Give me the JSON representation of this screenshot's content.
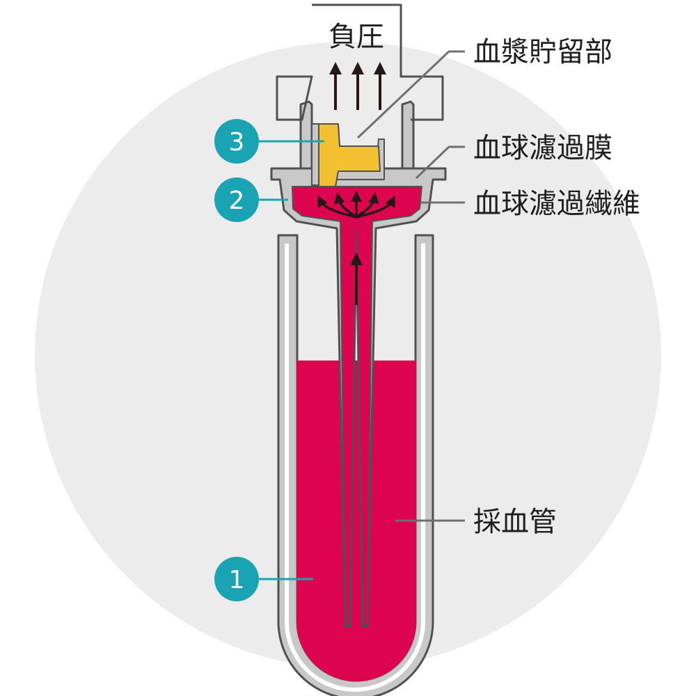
{
  "colors": {
    "background_circle": "#ececec",
    "blood": "#dd0550",
    "plasma": "#f2c030",
    "device_gray": "#c8c8c8",
    "outline": "#505050",
    "badge": "#1aa3b3",
    "leader": "#6f6f6f",
    "arrow": "#231815"
  },
  "labels": {
    "negative_pressure": "負圧",
    "plasma_reservoir": "血漿貯留部",
    "blood_cell_filter_membrane": "血球濾過膜",
    "blood_cell_filter_fiber": "血球濾過繊維",
    "blood_collection_tube": "採血管"
  },
  "badges": {
    "one": "1",
    "two": "2",
    "three": "3"
  },
  "icons": {
    "upward_arrows": "arrow-up-icon",
    "fan_arrows": "fan-arrow-icon"
  }
}
